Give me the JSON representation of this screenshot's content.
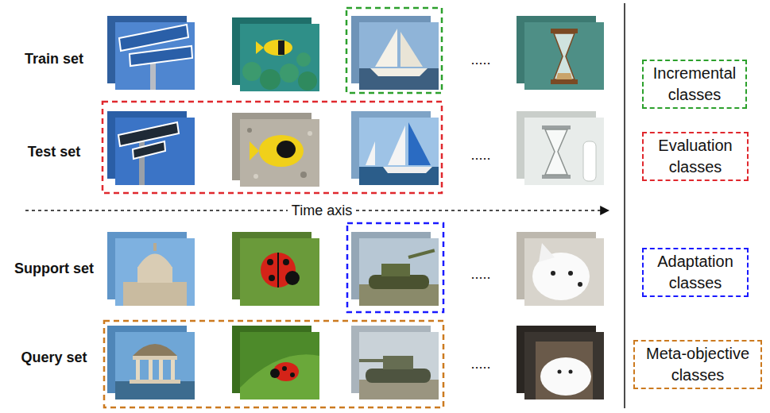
{
  "diagram": {
    "nodes": [
      {
        "text": [
          "Incremental classes"
        ]
      },
      {
        "text": [
          "Evaluation classes"
        ]
      },
      {
        "text": [
          "Adaptation classes"
        ]
      },
      {
        "text": [
          "Meta-objective classes"
        ]
      }
    ],
    "labels": [
      "Train set",
      ".....",
      "Test set",
      ".....",
      "Time axis",
      "Support set",
      ".....",
      "Query set",
      "....."
    ]
  }
}
